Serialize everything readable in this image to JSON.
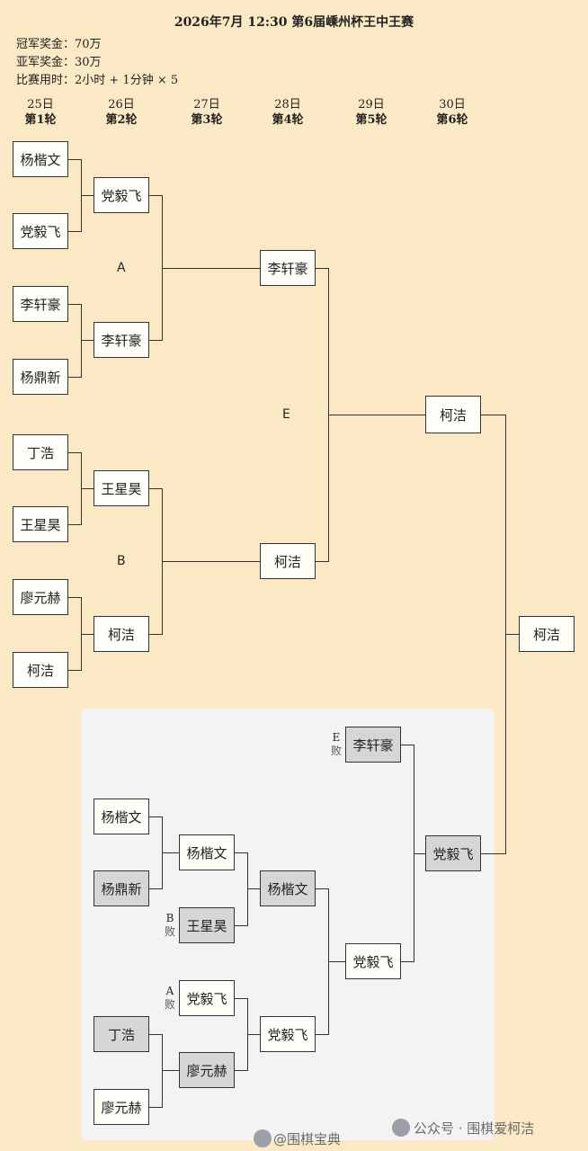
{
  "header": {
    "title": "2026年7月  12:30  第6届嵊州杯王中王赛",
    "prize1": "冠军奖金：70万",
    "prize2": "亚军奖金：30万",
    "time": "比赛用时：2小时 + 1分钟 × 5"
  },
  "rounds": [
    {
      "date": "25日",
      "round": "第1轮"
    },
    {
      "date": "26日",
      "round": "第2轮"
    },
    {
      "date": "27日",
      "round": "第3轮"
    },
    {
      "date": "28日",
      "round": "第4轮"
    },
    {
      "date": "29日",
      "round": "第5轮"
    },
    {
      "date": "30日",
      "round": "第6轮"
    }
  ],
  "winners": {
    "r1": [
      "杨楷文",
      "党毅飞",
      "李轩豪",
      "杨鼎新",
      "丁浩",
      "王星昊",
      "廖元赫",
      "柯洁"
    ],
    "r2": [
      "党毅飞",
      "李轩豪",
      "王星昊",
      "柯洁"
    ],
    "r4": [
      "李轩豪",
      "柯洁"
    ],
    "r5": "柯洁"
  },
  "labels": {
    "a": "A",
    "b": "B",
    "e": "E"
  },
  "final": "柯洁",
  "losers": {
    "col1": [
      "杨楷文",
      "杨鼎新",
      "丁浩",
      "廖元赫"
    ],
    "col2": [
      "杨楷文",
      "王星昊",
      "党毅飞",
      "廖元赫"
    ],
    "col3": [
      "杨楷文",
      "党毅飞"
    ],
    "col4": "党毅飞",
    "e_seed": "李轩豪",
    "col5": "党毅飞",
    "lose_text": "败"
  },
  "watermark": {
    "left": "@围棋宝典",
    "right": "公众号 · 围棋爱柯洁"
  }
}
